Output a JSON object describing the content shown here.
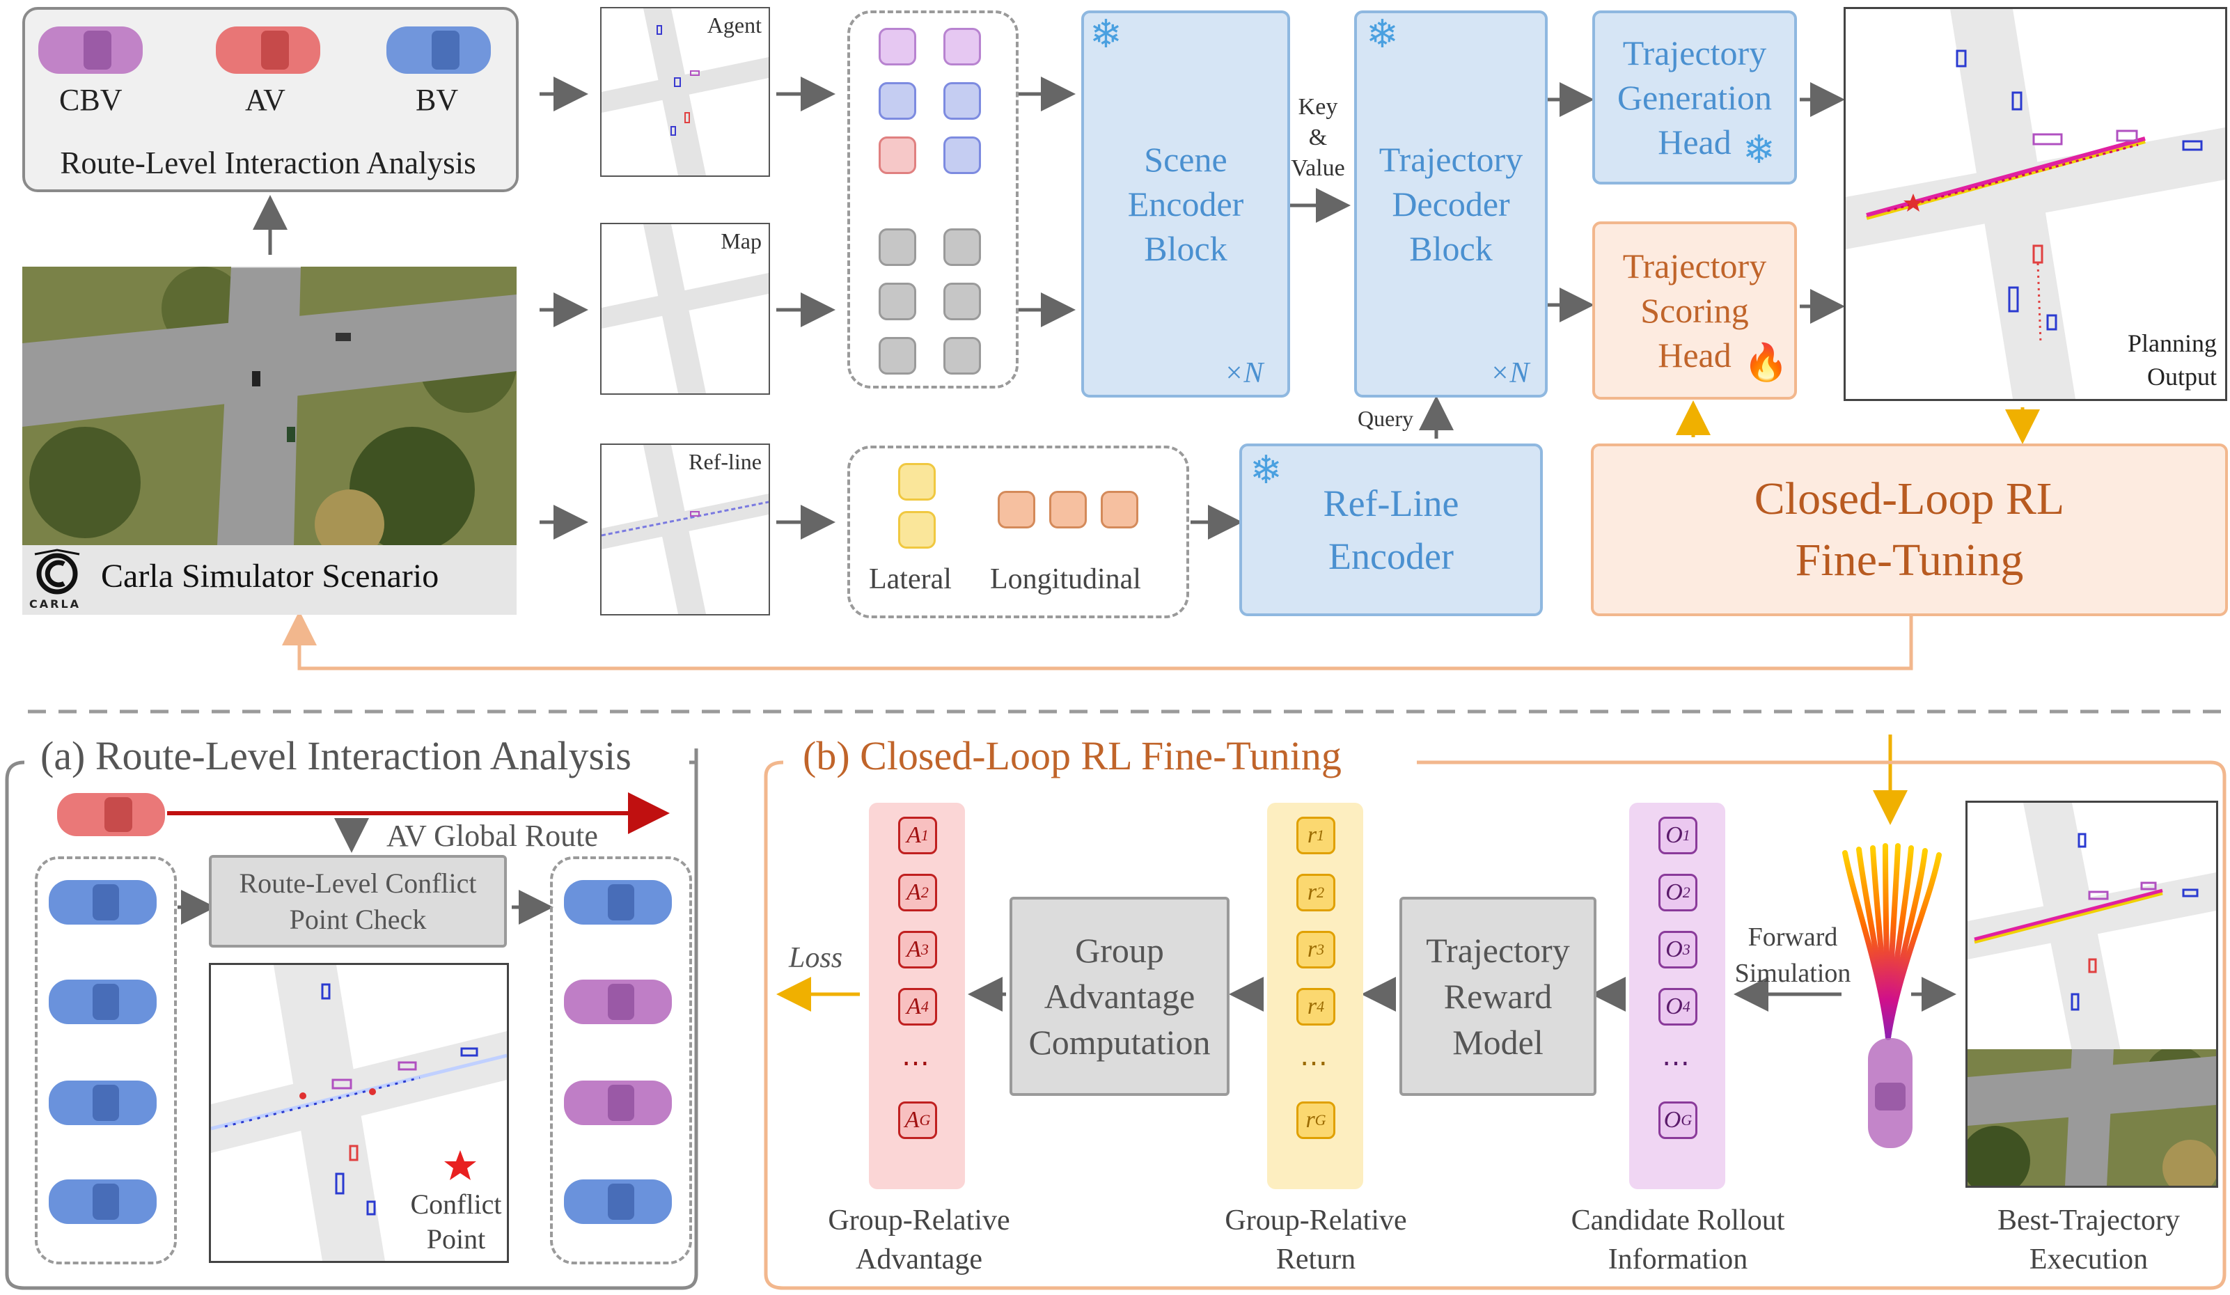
{
  "top": {
    "agents": {
      "cbv": "CBV",
      "av": "AV",
      "bv": "BV",
      "title": "Route-Level Interaction Analysis"
    },
    "carla": {
      "label": "Carla Simulator Scenario",
      "logo": "CARLA"
    },
    "thumbs": {
      "agent": "Agent",
      "map": "Map",
      "refline": "Ref-line"
    },
    "tokens": {
      "lateral": "Lateral",
      "longitudinal": "Longitudinal"
    },
    "scene_encoder": {
      "label": "Scene Encoder Block",
      "repeat": "×N"
    },
    "kv_label": "Key & Value",
    "traj_decoder": {
      "label": "Trajectory Decoder Block",
      "repeat": "×N"
    },
    "query_label": "Query",
    "refline_encoder": "Ref-Line Encoder",
    "gen_head": "Trajectory Generation Head",
    "score_head": "Trajectory Scoring Head",
    "planning_output": "Planning Output",
    "rl": "Closed-Loop RL Fine-Tuning"
  },
  "panel_a": {
    "title": "(a) Route-Level Interaction Analysis",
    "route_label": "AV Global Route",
    "conflict_check": "Route-Level Conflict Point Check",
    "conflict_point": "Conflict Point"
  },
  "panel_b": {
    "title": "(b) Closed-Loop RL Fine-Tuning",
    "loss": "Loss",
    "group_adv": "Group Advantage Computation",
    "reward_model": "Trajectory Reward Model",
    "forward_sim": "Forward Simulation",
    "captions": {
      "advantage": "Group-Relative Advantage",
      "return": "Group-Relative Return",
      "rollout": "Candidate Rollout Information",
      "execution": "Best-Trajectory Execution"
    },
    "a_tokens": [
      "A1",
      "A2",
      "A3",
      "A4",
      "…",
      "AG"
    ],
    "r_tokens": [
      "r1",
      "r2",
      "r3",
      "r4",
      "…",
      "rG"
    ],
    "o_tokens": [
      "O1",
      "O2",
      "O3",
      "O4",
      "…",
      "OG"
    ]
  },
  "colors": {
    "blue_fill": "#d6e5f5",
    "blue_text": "#4a90d0",
    "orange_fill": "#fdebe0",
    "orange_text": "#c0642a",
    "cbv": "#b05cb8",
    "av": "#e05050",
    "bv": "#4a7ad0",
    "loss": "#f0a800"
  },
  "icons": [
    "snowflake-icon",
    "fire-icon",
    "carla-logo-icon",
    "arrow-icon",
    "star-icon"
  ]
}
